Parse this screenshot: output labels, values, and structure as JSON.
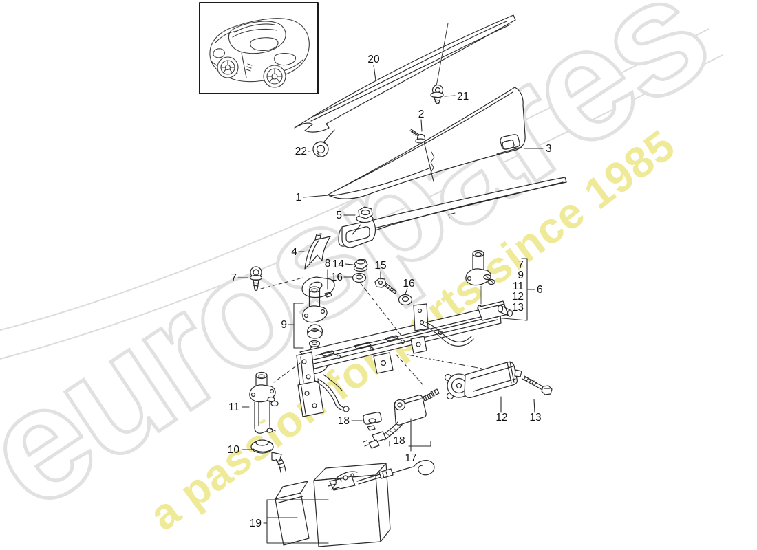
{
  "diagram": {
    "background": "#ffffff",
    "line_color": "#2a2a2a",
    "label_color": "#111111"
  },
  "watermark": {
    "brand": "eurospares",
    "tagline": "a passion for parts since 1985",
    "brand_fill": "#ffffff",
    "brand_outline": "#e1e1e1",
    "tagline_color": "#efe993",
    "swoosh_color": "#dcdcdc"
  },
  "callouts": [
    {
      "label": "20"
    },
    {
      "label": "21"
    },
    {
      "label": "2"
    },
    {
      "label": "22"
    },
    {
      "label": "3"
    },
    {
      "label": "1"
    },
    {
      "label": "5"
    },
    {
      "label": "4"
    },
    {
      "label": "7"
    },
    {
      "label": "8"
    },
    {
      "label": "14"
    },
    {
      "label": "16"
    },
    {
      "label": "15"
    },
    {
      "label": "16"
    },
    {
      "label": "9"
    },
    {
      "label": "7"
    },
    {
      "label": "9"
    },
    {
      "label": "11"
    },
    {
      "label": "12"
    },
    {
      "label": "13"
    },
    {
      "label": "6"
    },
    {
      "label": "11"
    },
    {
      "label": "10"
    },
    {
      "label": "18"
    },
    {
      "label": "18"
    },
    {
      "label": "17"
    },
    {
      "label": "12"
    },
    {
      "label": "13"
    },
    {
      "label": "19"
    }
  ]
}
